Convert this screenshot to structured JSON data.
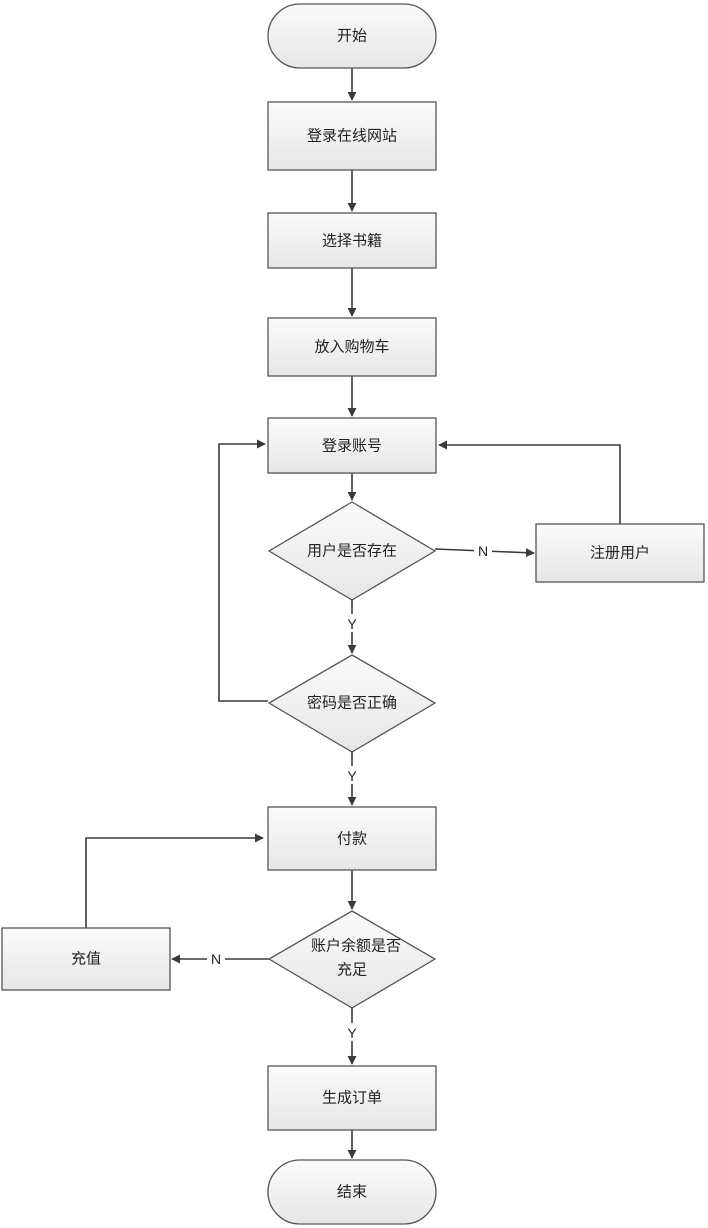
{
  "diagram": {
    "nodes": {
      "start": "开始",
      "login_site": "登录在线网站",
      "choose_books": "选择书籍",
      "add_cart": "放入购物车",
      "login_account": "登录账号",
      "user_exists": "用户是否存在",
      "register_user": "注册用户",
      "password_correct": "密码是否正确",
      "pay": "付款",
      "balance_line1": "账户余额是否",
      "balance_line2": "充足",
      "recharge": "充值",
      "create_order": "生成订单",
      "end": "结束"
    },
    "edge_labels": {
      "user_exists_no": "N",
      "user_exists_yes": "Y",
      "password_yes": "Y",
      "balance_no": "N",
      "balance_yes": "Y"
    }
  }
}
